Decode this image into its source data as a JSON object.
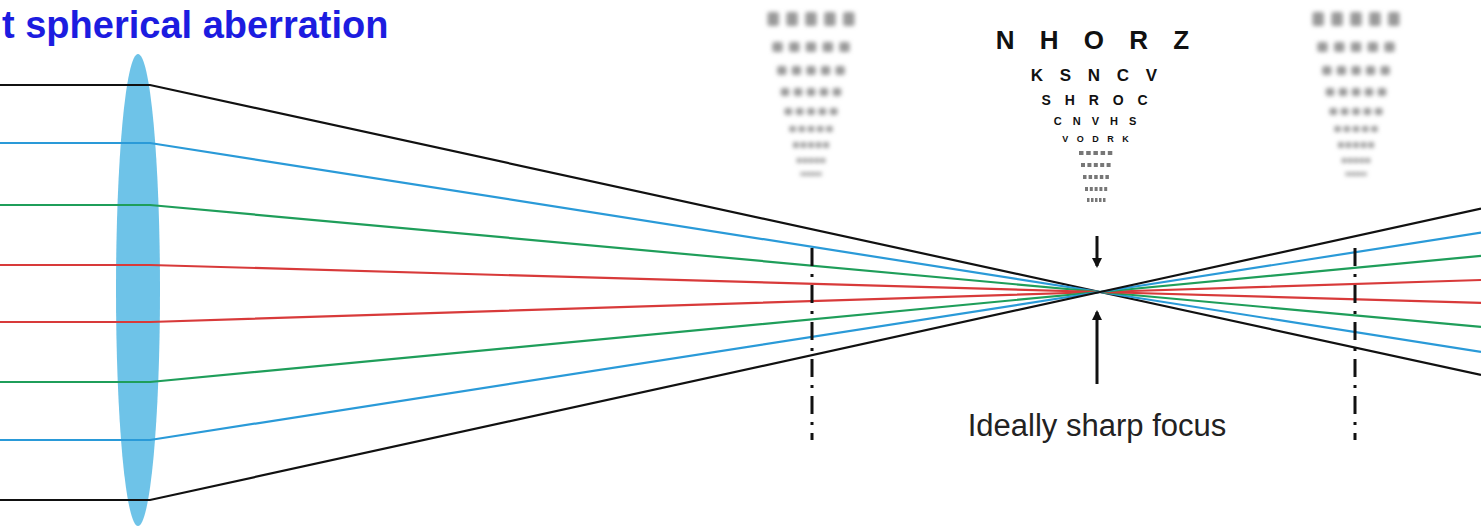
{
  "diagram": {
    "title": "t spherical aberration",
    "labels": [
      "N H O R Z",
      "K S N C V",
      "S H R O C",
      "C N V H S",
      "V O D R K",
      "Ideally sharp focus"
    ]
  }
}
